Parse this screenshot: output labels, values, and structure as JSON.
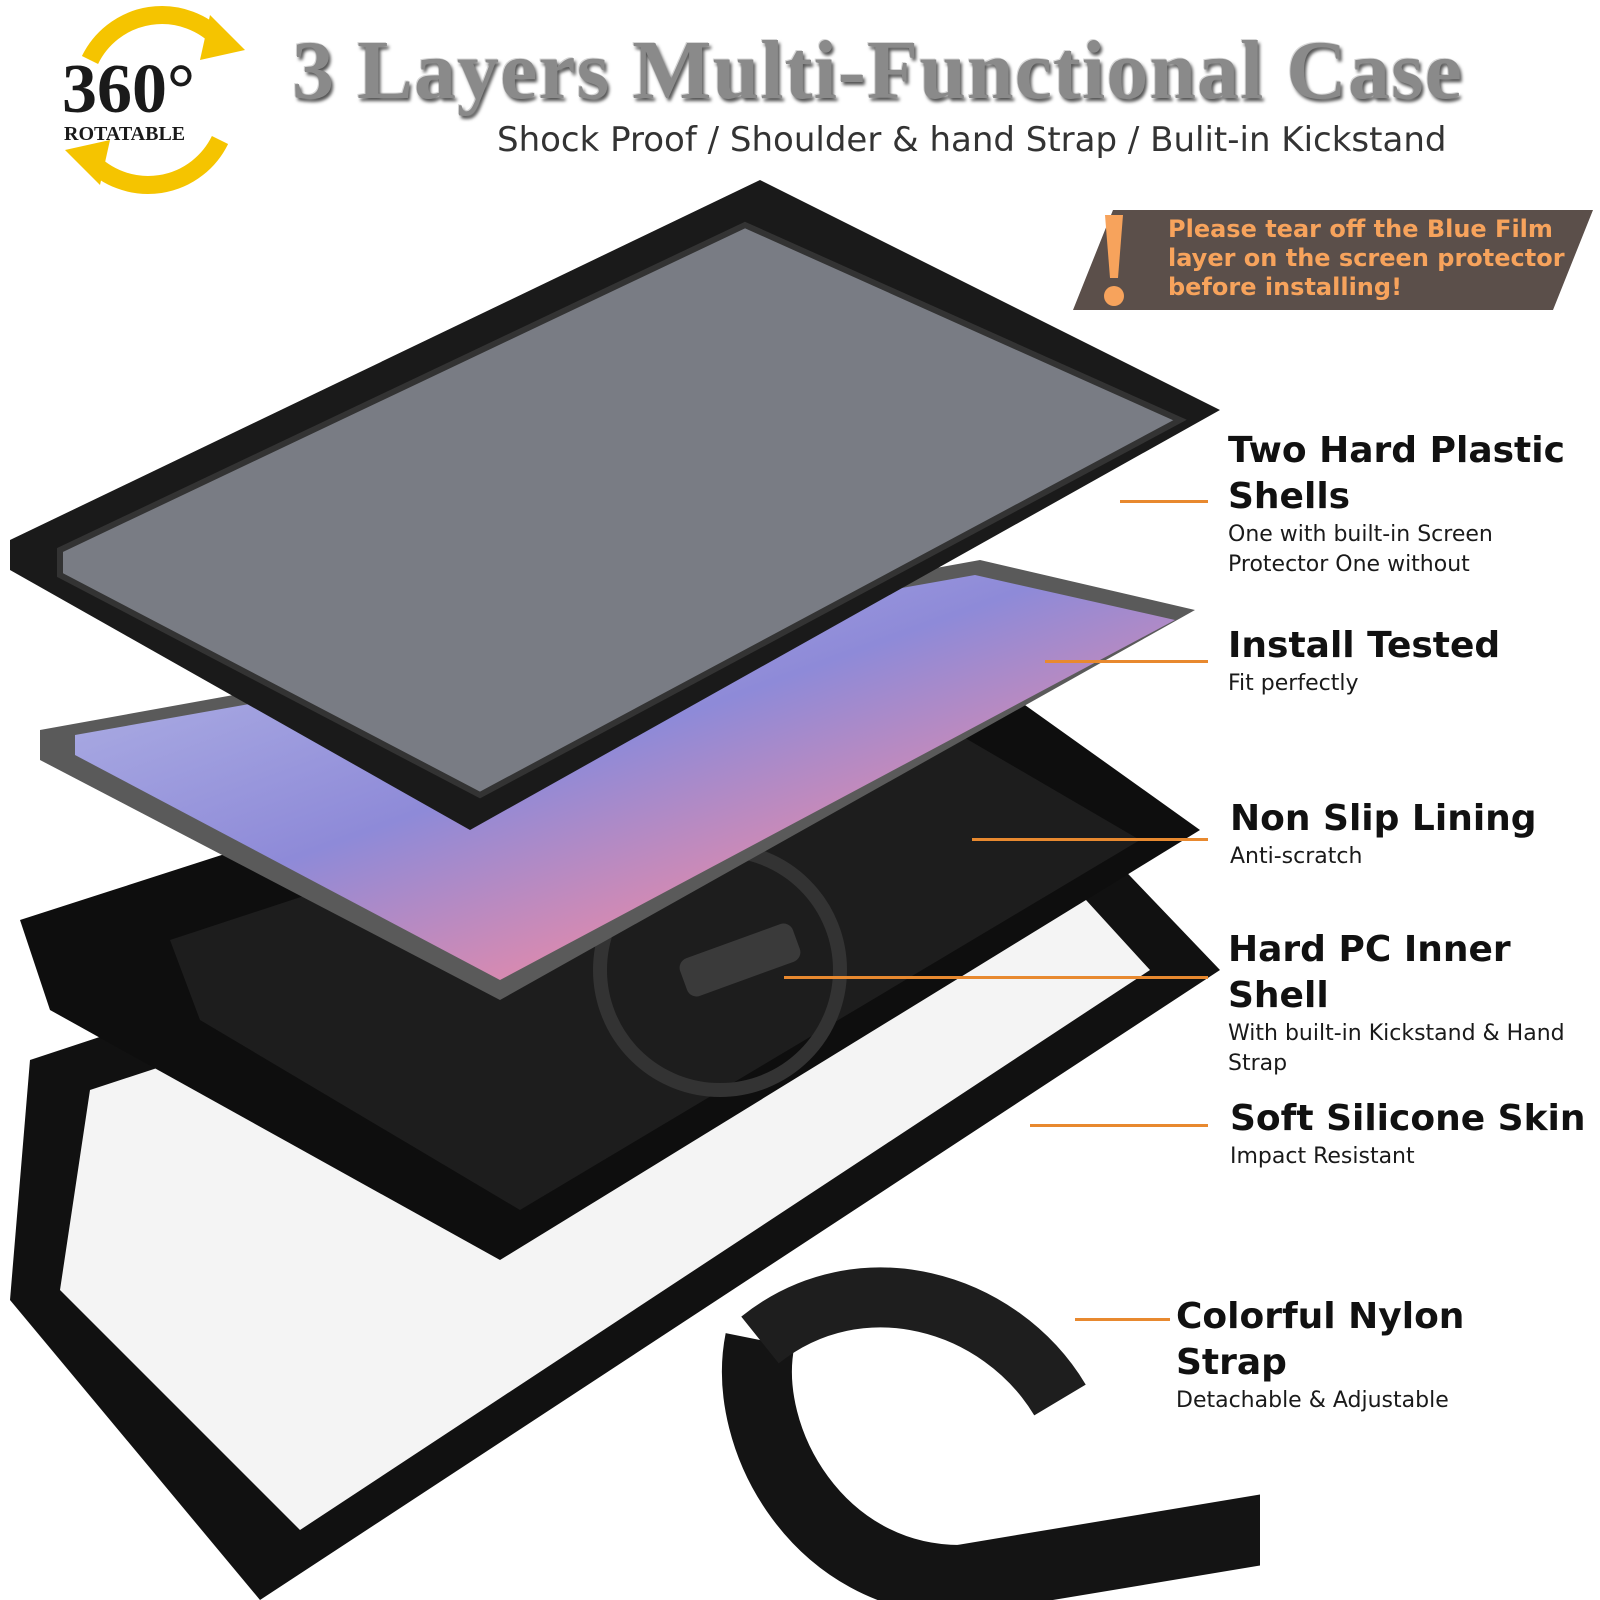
{
  "header": {
    "title": "3 Layers Multi-Functional Case",
    "subtitle": "Shock Proof / Shoulder & hand Strap / Bulit-in Kickstand"
  },
  "badge": {
    "number": "360°",
    "label": "ROTATABLE"
  },
  "notice": {
    "text": "Please tear off the Blue Film layer on the screen protector before installing!"
  },
  "features": [
    {
      "title": "Two Hard Plastic Shells",
      "desc": "One with built-in Screen Protector One without"
    },
    {
      "title": "Install Tested",
      "desc": "Fit perfectly"
    },
    {
      "title": "Non Slip Lining",
      "desc": "Anti-scratch"
    },
    {
      "title": "Hard PC Inner Shell",
      "desc": "With built-in Kickstand & Hand Strap"
    },
    {
      "title": "Soft Silicone Skin",
      "desc": "Impact Resistant"
    },
    {
      "title": "Colorful Nylon Strap",
      "desc": "Detachable & Adjustable"
    }
  ],
  "colors": {
    "accent": "#e8892f",
    "notice_bg": "#5b4f4a",
    "notice_text": "#f7a35c",
    "badge_arrow": "#f5c400"
  },
  "icons": [
    "rotate-arrows-icon",
    "exclamation-icon"
  ]
}
